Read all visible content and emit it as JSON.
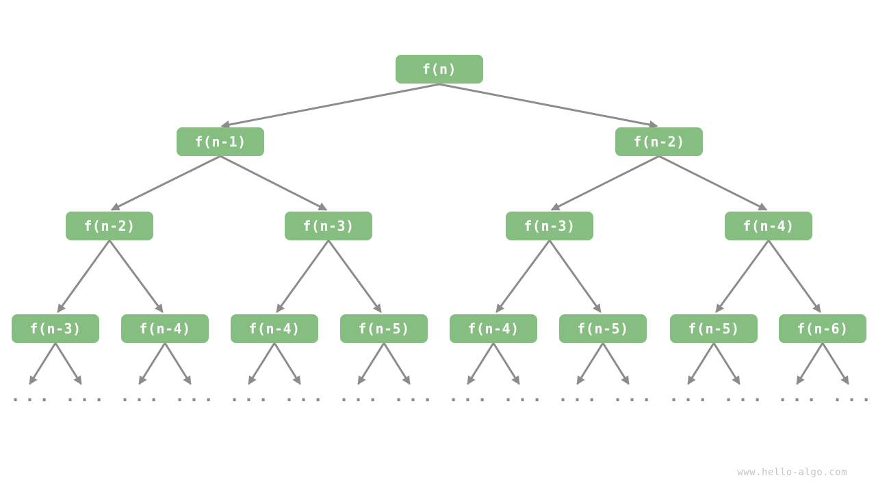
{
  "colors": {
    "node_fill": "#86BE81",
    "node_text": "#FFFFFF",
    "edge": "#8C8C8C",
    "ellipsis": "#8A8A8A",
    "watermark": "#C6C6C6",
    "background": "#FFFFFF"
  },
  "tree": {
    "root": {
      "label": "f(n)"
    },
    "level2": [
      {
        "label": "f(n-1)"
      },
      {
        "label": "f(n-2)"
      }
    ],
    "level3": [
      {
        "label": "f(n-2)"
      },
      {
        "label": "f(n-3)"
      },
      {
        "label": "f(n-3)"
      },
      {
        "label": "f(n-4)"
      }
    ],
    "level4": [
      {
        "label": "f(n-3)"
      },
      {
        "label": "f(n-4)"
      },
      {
        "label": "f(n-4)"
      },
      {
        "label": "f(n-5)"
      },
      {
        "label": "f(n-4)"
      },
      {
        "label": "f(n-5)"
      },
      {
        "label": "f(n-5)"
      },
      {
        "label": "f(n-6)"
      }
    ],
    "ellipsis": [
      "...",
      "...",
      "...",
      "...",
      "...",
      "...",
      "...",
      "...",
      "...",
      "...",
      "...",
      "...",
      "...",
      "...",
      "...",
      "..."
    ]
  },
  "footer": {
    "watermark": "www.hello-algo.com"
  }
}
